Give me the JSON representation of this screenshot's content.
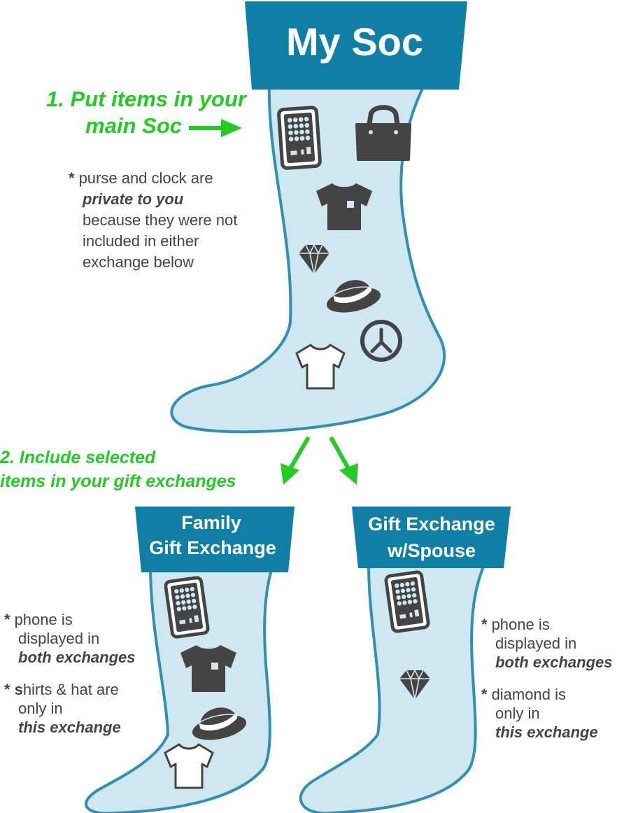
{
  "main_sock": {
    "title": "My Soc"
  },
  "step1": {
    "line1": "1. Put items in your",
    "line2": "main Soc"
  },
  "main_note": {
    "asterisk": "*",
    "line1": "purse and clock are",
    "emph": "private to you",
    "line3": "because they were not",
    "line4": "included in either",
    "line5": "exchange below"
  },
  "step2": {
    "line1": "2. Include selected",
    "line2": "items in your gift exchanges"
  },
  "family_sock": {
    "title_line1": "Family",
    "title_line2": "Gift Exchange",
    "note1": {
      "asterisk": "*",
      "line1": "phone is",
      "line2": "displayed in",
      "emph": "both exchanges"
    },
    "note2": {
      "asterisk": "*",
      "line1_bold": "s",
      "line1_rest": "hirts & hat are",
      "line2": "only in",
      "emph": "this exchange"
    }
  },
  "spouse_sock": {
    "title_line1": "Gift Exchange",
    "title_line2": "w/Spouse",
    "note1": {
      "asterisk": "*",
      "line1": "phone is",
      "line2": "displayed in",
      "emph": "both exchanges"
    },
    "note2": {
      "asterisk": "*",
      "line1": "diamond is",
      "line2": "only in",
      "emph": "this exchange"
    }
  },
  "colors": {
    "banner": "#0f7fa6",
    "sock_fill": "#cfe7ef",
    "sock_stroke": "#2f8fb5",
    "accent_green": "#22cc22",
    "icon": "#444444"
  },
  "icons": [
    "phone-icon",
    "purse-icon",
    "shirt-icon",
    "diamond-icon",
    "hat-icon",
    "clock-icon",
    "tshirt-outline-icon"
  ]
}
